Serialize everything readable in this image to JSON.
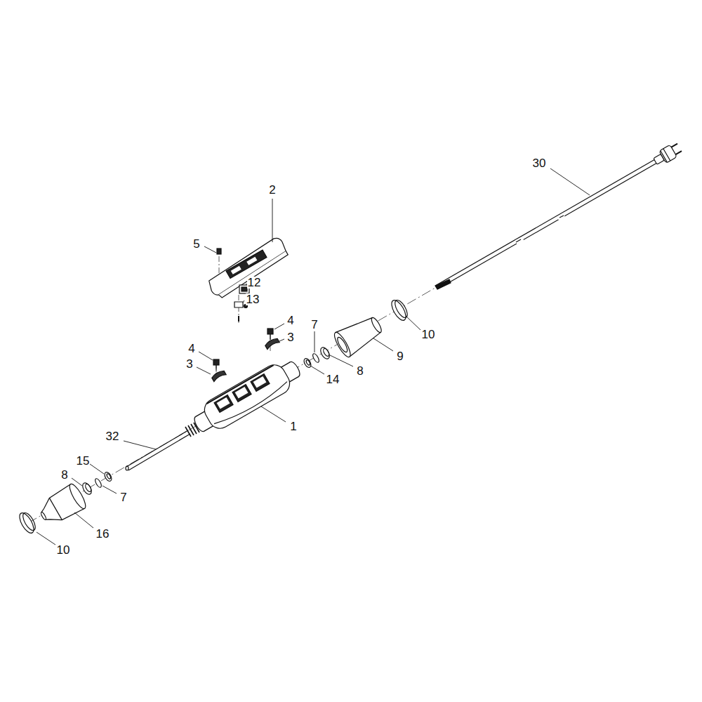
{
  "diagram": {
    "labels": [
      "30",
      "2",
      "5",
      "12",
      "13",
      "4",
      "3",
      "7",
      "10",
      "9",
      "4",
      "3",
      "8",
      "14",
      "1",
      "32",
      "15",
      "8",
      "7",
      "16",
      "10"
    ]
  }
}
